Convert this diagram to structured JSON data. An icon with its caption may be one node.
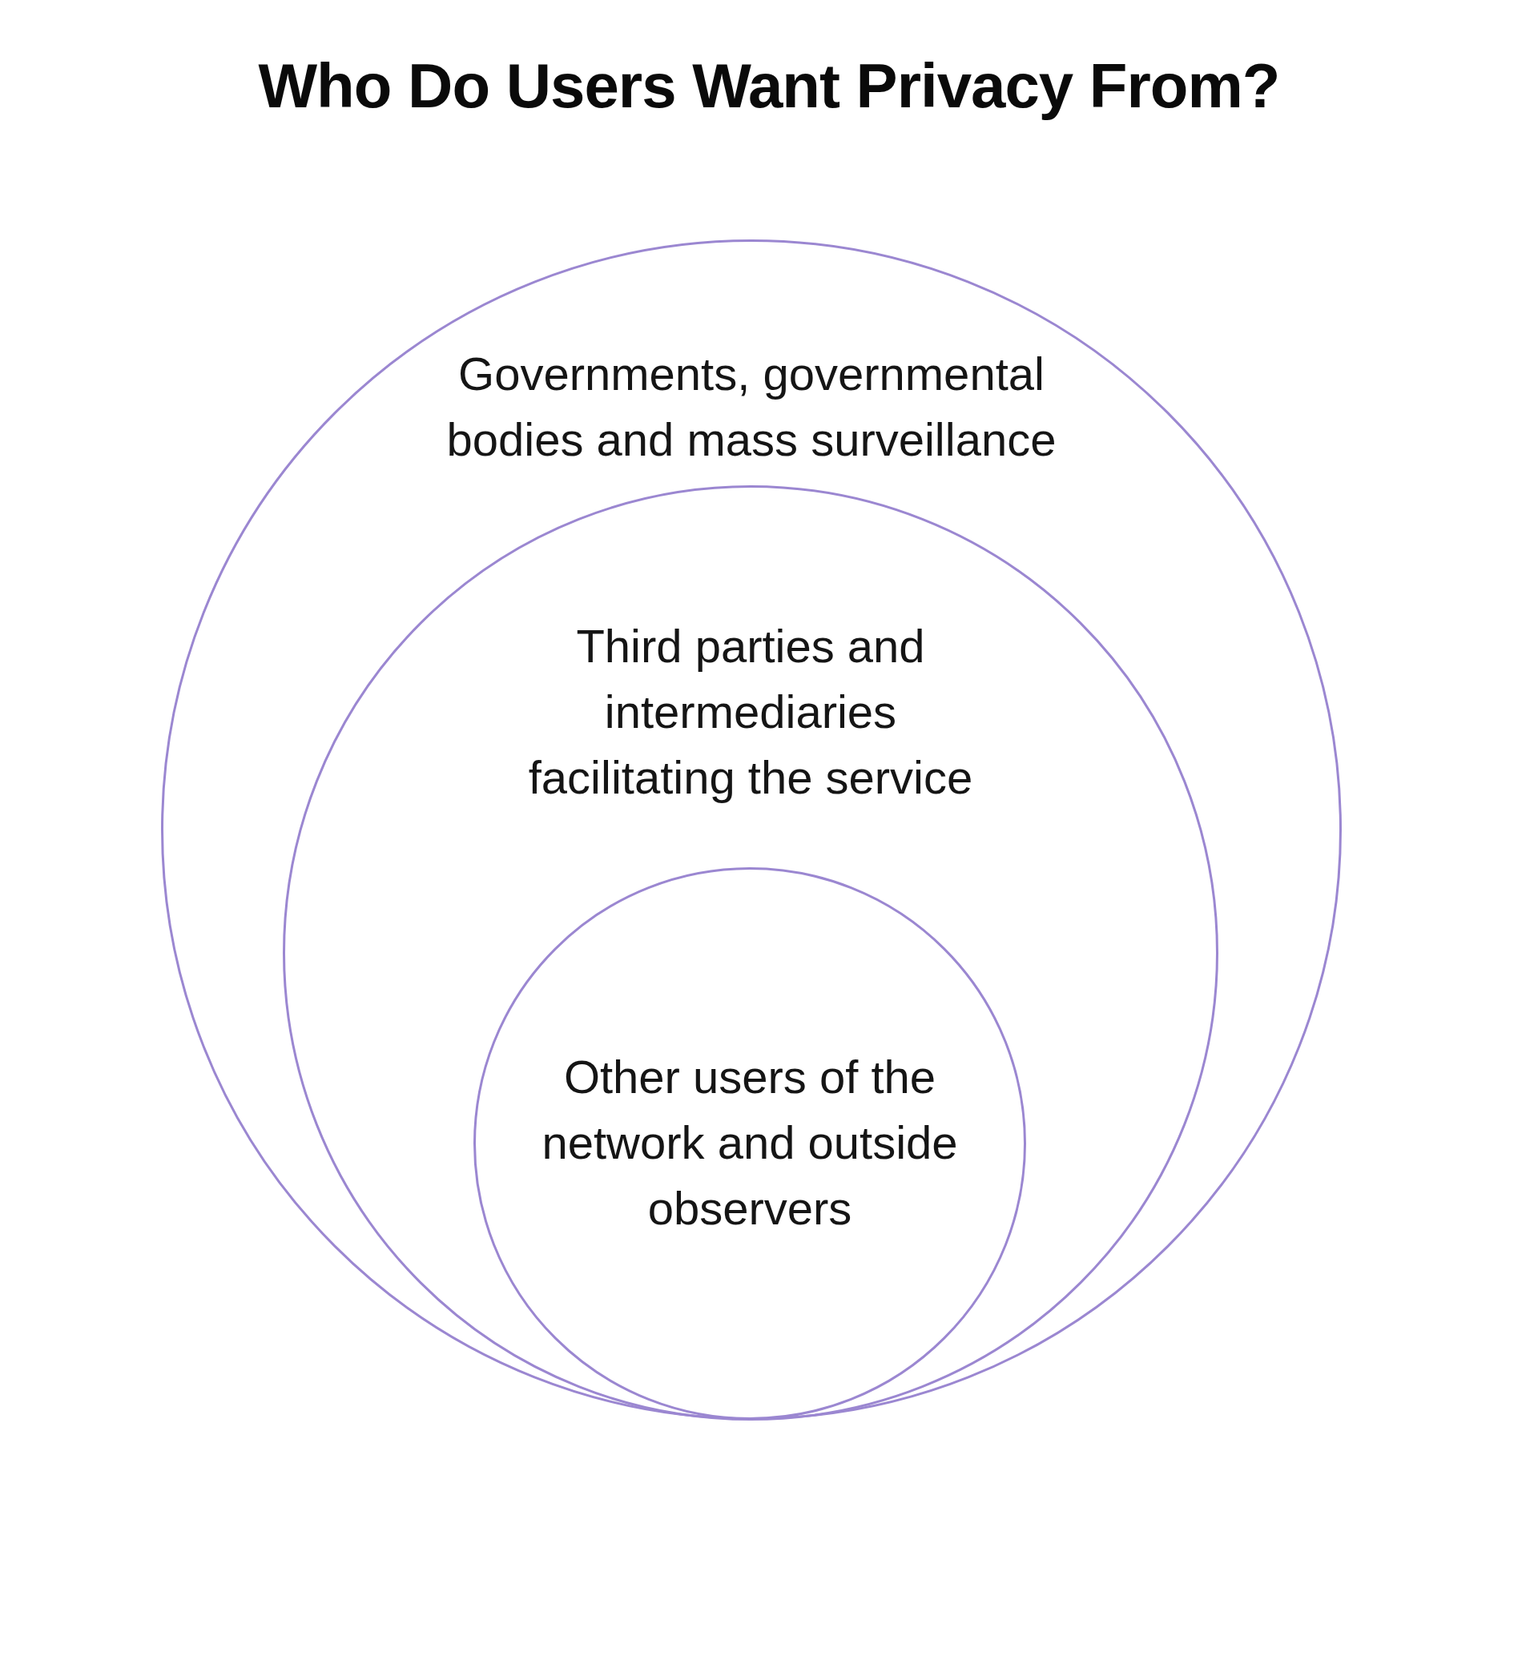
{
  "diagram": {
    "title": "Who Do Users Want Privacy From?",
    "nodes": [
      {
        "text": [
          "Governments, governmental bodies and mass surveillance"
        ]
      },
      {
        "text": [
          "Third parties and intermediaries facilitating the service"
        ],
        "in": 0
      },
      {
        "text": [
          "Other users of the network and outside observers"
        ],
        "in": 1
      }
    ]
  }
}
